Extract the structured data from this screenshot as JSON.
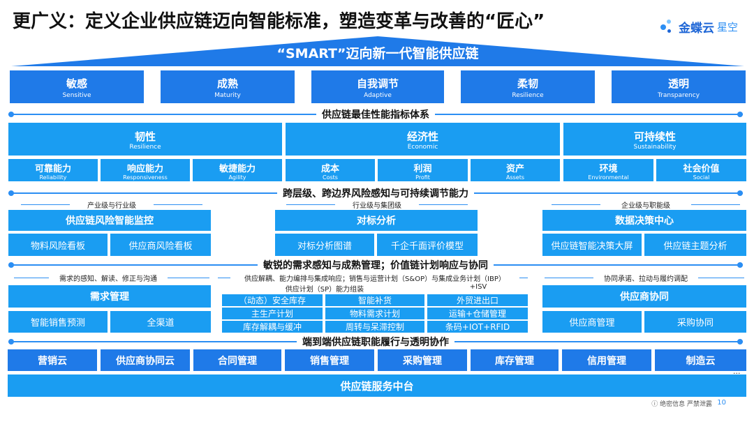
{
  "title": "更广义：定义企业供应链迈向智能标准，塑造变革与改善的“匠心”",
  "logo": {
    "brand": "金蝶云",
    "product": "星空"
  },
  "roof": "“SMART”迈向新一代智能供应链",
  "pillars": [
    {
      "zh": "敏感",
      "en": "Sensitive"
    },
    {
      "zh": "成熟",
      "en": "Maturity"
    },
    {
      "zh": "自我调节",
      "en": "Adaptive"
    },
    {
      "zh": "柔韧",
      "en": "Resilience"
    },
    {
      "zh": "透明",
      "en": "Transparency"
    }
  ],
  "section1": "供应链最佳性能指标体系",
  "metrics": [
    {
      "zh": "韧性",
      "en": "Resilience"
    },
    {
      "zh": "经济性",
      "en": "Economic"
    },
    {
      "zh": "可持续性",
      "en": "Sustainability"
    }
  ],
  "submetrics": [
    {
      "zh": "可靠能力",
      "en": "Reliability"
    },
    {
      "zh": "响应能力",
      "en": "Responsiveness"
    },
    {
      "zh": "敏捷能力",
      "en": "Agility"
    },
    {
      "zh": "成本",
      "en": "Costs"
    },
    {
      "zh": "利润",
      "en": "Profit"
    },
    {
      "zh": "资产",
      "en": "Assets"
    },
    {
      "zh": "环境",
      "en": "Environmental"
    },
    {
      "zh": "社会价值",
      "en": "Social"
    }
  ],
  "section2": "跨层级、跨边界风险感知与可持续调节能力",
  "risk": [
    {
      "caption": "产业级与行业级",
      "head": "供应链风险智能监控",
      "items": [
        "物料风险看板",
        "供应商风险看板"
      ]
    },
    {
      "caption": "行业级与集团级",
      "head": "对标分析",
      "items": [
        "对标分析图谱",
        "千企千面评价模型"
      ]
    },
    {
      "caption": "企业级与职能级",
      "head": "数据决策中心",
      "items": [
        "供应链智能决策大屏",
        "供应链主题分析"
      ]
    }
  ],
  "section3": "敏锐的需求感知与成熟管理；价值链计划响应与协同",
  "demand": {
    "caption": "需求的感知、解读、修正与沟通",
    "head": "需求管理",
    "items": [
      "智能销售预测",
      "全渠道"
    ]
  },
  "plan": {
    "caption": "供应解耦、能力编排与集成响应；销售与运营计划（S&OP）与集成业务计划（IBP）",
    "caption2": "供应计划（SP）能力组装",
    "caption3": "+ISV",
    "grid": [
      [
        "（动态）安全库存",
        "智能补货",
        "外贸进出口"
      ],
      [
        "主生产计划",
        "物料需求计划",
        "运输+仓储管理"
      ],
      [
        "库存解耦与缓冲",
        "周转与呆滞控制",
        "条码+IOT+RFID"
      ]
    ]
  },
  "supplier": {
    "caption": "协同承诺、拉动与履约调配",
    "head": "供应商协同",
    "items": [
      "供应商管理",
      "采购协同"
    ]
  },
  "section4": "端到端供应链职能履行与透明协作",
  "modules": [
    "营销云",
    "供应商协同云",
    "合同管理",
    "销售管理",
    "采购管理",
    "库存管理",
    "信用管理",
    "制造云"
  ],
  "more": "...",
  "base": "供应链服务中台",
  "footer": "绝密信息 严禁泄露",
  "page": "10"
}
